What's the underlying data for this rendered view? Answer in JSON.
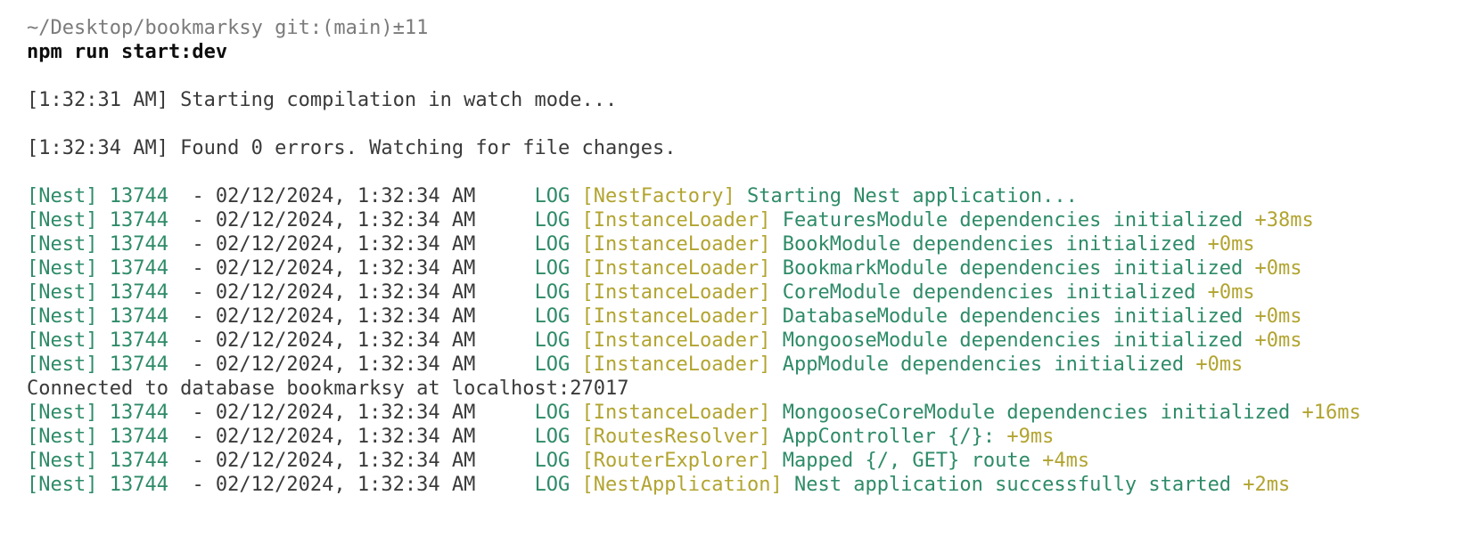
{
  "colors": {
    "background": "#ffffff",
    "prompt_gray": "#7b7b7b",
    "command_black": "#0d0d0d",
    "default_fg": "#3a3a3a",
    "ansi_green": "#2e8b68",
    "ansi_yellow": "#b2a430"
  },
  "terminal": {
    "prompt": "~/Desktop/bookmarksy git:(main)±11",
    "command": "npm run start:dev",
    "compile_start": "[1:32:31 AM] Starting compilation in watch mode...",
    "compile_done": "[1:32:34 AM] Found 0 errors. Watching for file changes.",
    "db_line": "Connected to database bookmarksy at localhost:27017"
  },
  "log_prefix": {
    "nest": "[Nest] 13744",
    "meta": "  - 02/12/2024, 1:32:34 AM     ",
    "level": "LOG"
  },
  "logs": [
    {
      "context": " [NestFactory] ",
      "message": "Starting Nest application...",
      "ms": ""
    },
    {
      "context": " [InstanceLoader] ",
      "message": "FeaturesModule dependencies initialized",
      "ms": " +38ms"
    },
    {
      "context": " [InstanceLoader] ",
      "message": "BookModule dependencies initialized",
      "ms": " +0ms"
    },
    {
      "context": " [InstanceLoader] ",
      "message": "BookmarkModule dependencies initialized",
      "ms": " +0ms"
    },
    {
      "context": " [InstanceLoader] ",
      "message": "CoreModule dependencies initialized",
      "ms": " +0ms"
    },
    {
      "context": " [InstanceLoader] ",
      "message": "DatabaseModule dependencies initialized",
      "ms": " +0ms"
    },
    {
      "context": " [InstanceLoader] ",
      "message": "MongooseModule dependencies initialized",
      "ms": " +0ms"
    },
    {
      "context": " [InstanceLoader] ",
      "message": "AppModule dependencies initialized",
      "ms": " +0ms"
    },
    {
      "context": " [InstanceLoader] ",
      "message": "MongooseCoreModule dependencies initialized",
      "ms": " +16ms"
    },
    {
      "context": " [RoutesResolver] ",
      "message": "AppController {/}:",
      "ms": " +9ms"
    },
    {
      "context": " [RouterExplorer] ",
      "message": "Mapped {/, GET} route",
      "ms": " +4ms"
    },
    {
      "context": " [NestApplication] ",
      "message": "Nest application successfully started",
      "ms": " +2ms"
    }
  ]
}
